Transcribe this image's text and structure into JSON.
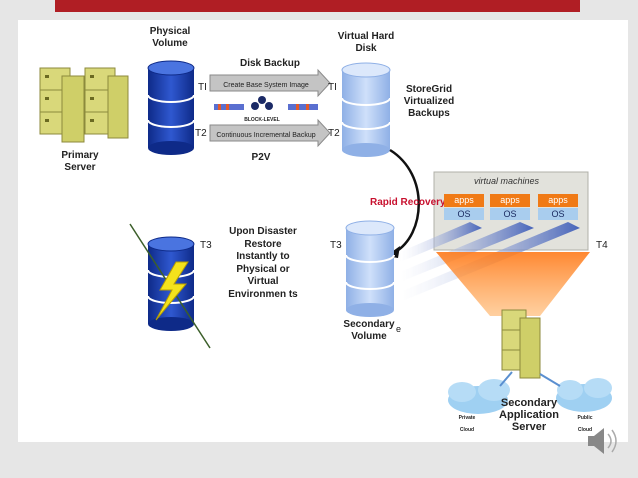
{
  "labels": {
    "physical_volume": "Physical Volume",
    "virtual_hard_disk": "Virtual Hard Disk",
    "disk_backup": "Disk Backup",
    "create_base": "Create Base System Image",
    "block_level": "BLOCK-LEVEL",
    "continuous": "Continuous Incremental Backup",
    "p2v": "P2V",
    "primary_server": "Primary Server",
    "storegrid": "StoreGrid Virtualized Backups",
    "rapid_recovery": "Rapid Recovery",
    "virtual_machines": "virtual machines",
    "upon_disaster": "Upon Disaster Restore Instantly to Physical or Virtual Environmen ts",
    "secondary_volume": "Secondary Volume",
    "secondary_app_server": "Secondary Application Server",
    "private_cloud": "Private Cloud",
    "public_cloud": "Public Cloud",
    "e_mark": "e"
  },
  "time_tags": {
    "t1_left": "TI",
    "t1_right": "TI",
    "t2_left": "T2",
    "t2_right": "T2",
    "t3_left": "T3",
    "t3_right": "T3",
    "t4": "T4"
  },
  "vms": [
    {
      "app": "apps",
      "os": "OS"
    },
    {
      "app": "apps",
      "os": "OS"
    },
    {
      "app": "apps",
      "os": "OS"
    }
  ],
  "colors": {
    "title_bar": "#b01e24",
    "physical_cylinder": "#1a3aa8",
    "virtual_cylinder": "#a9c6ef",
    "rapid_recovery": "#c8102e",
    "apps": "#f07a16",
    "beam": "#2d4fb4"
  }
}
